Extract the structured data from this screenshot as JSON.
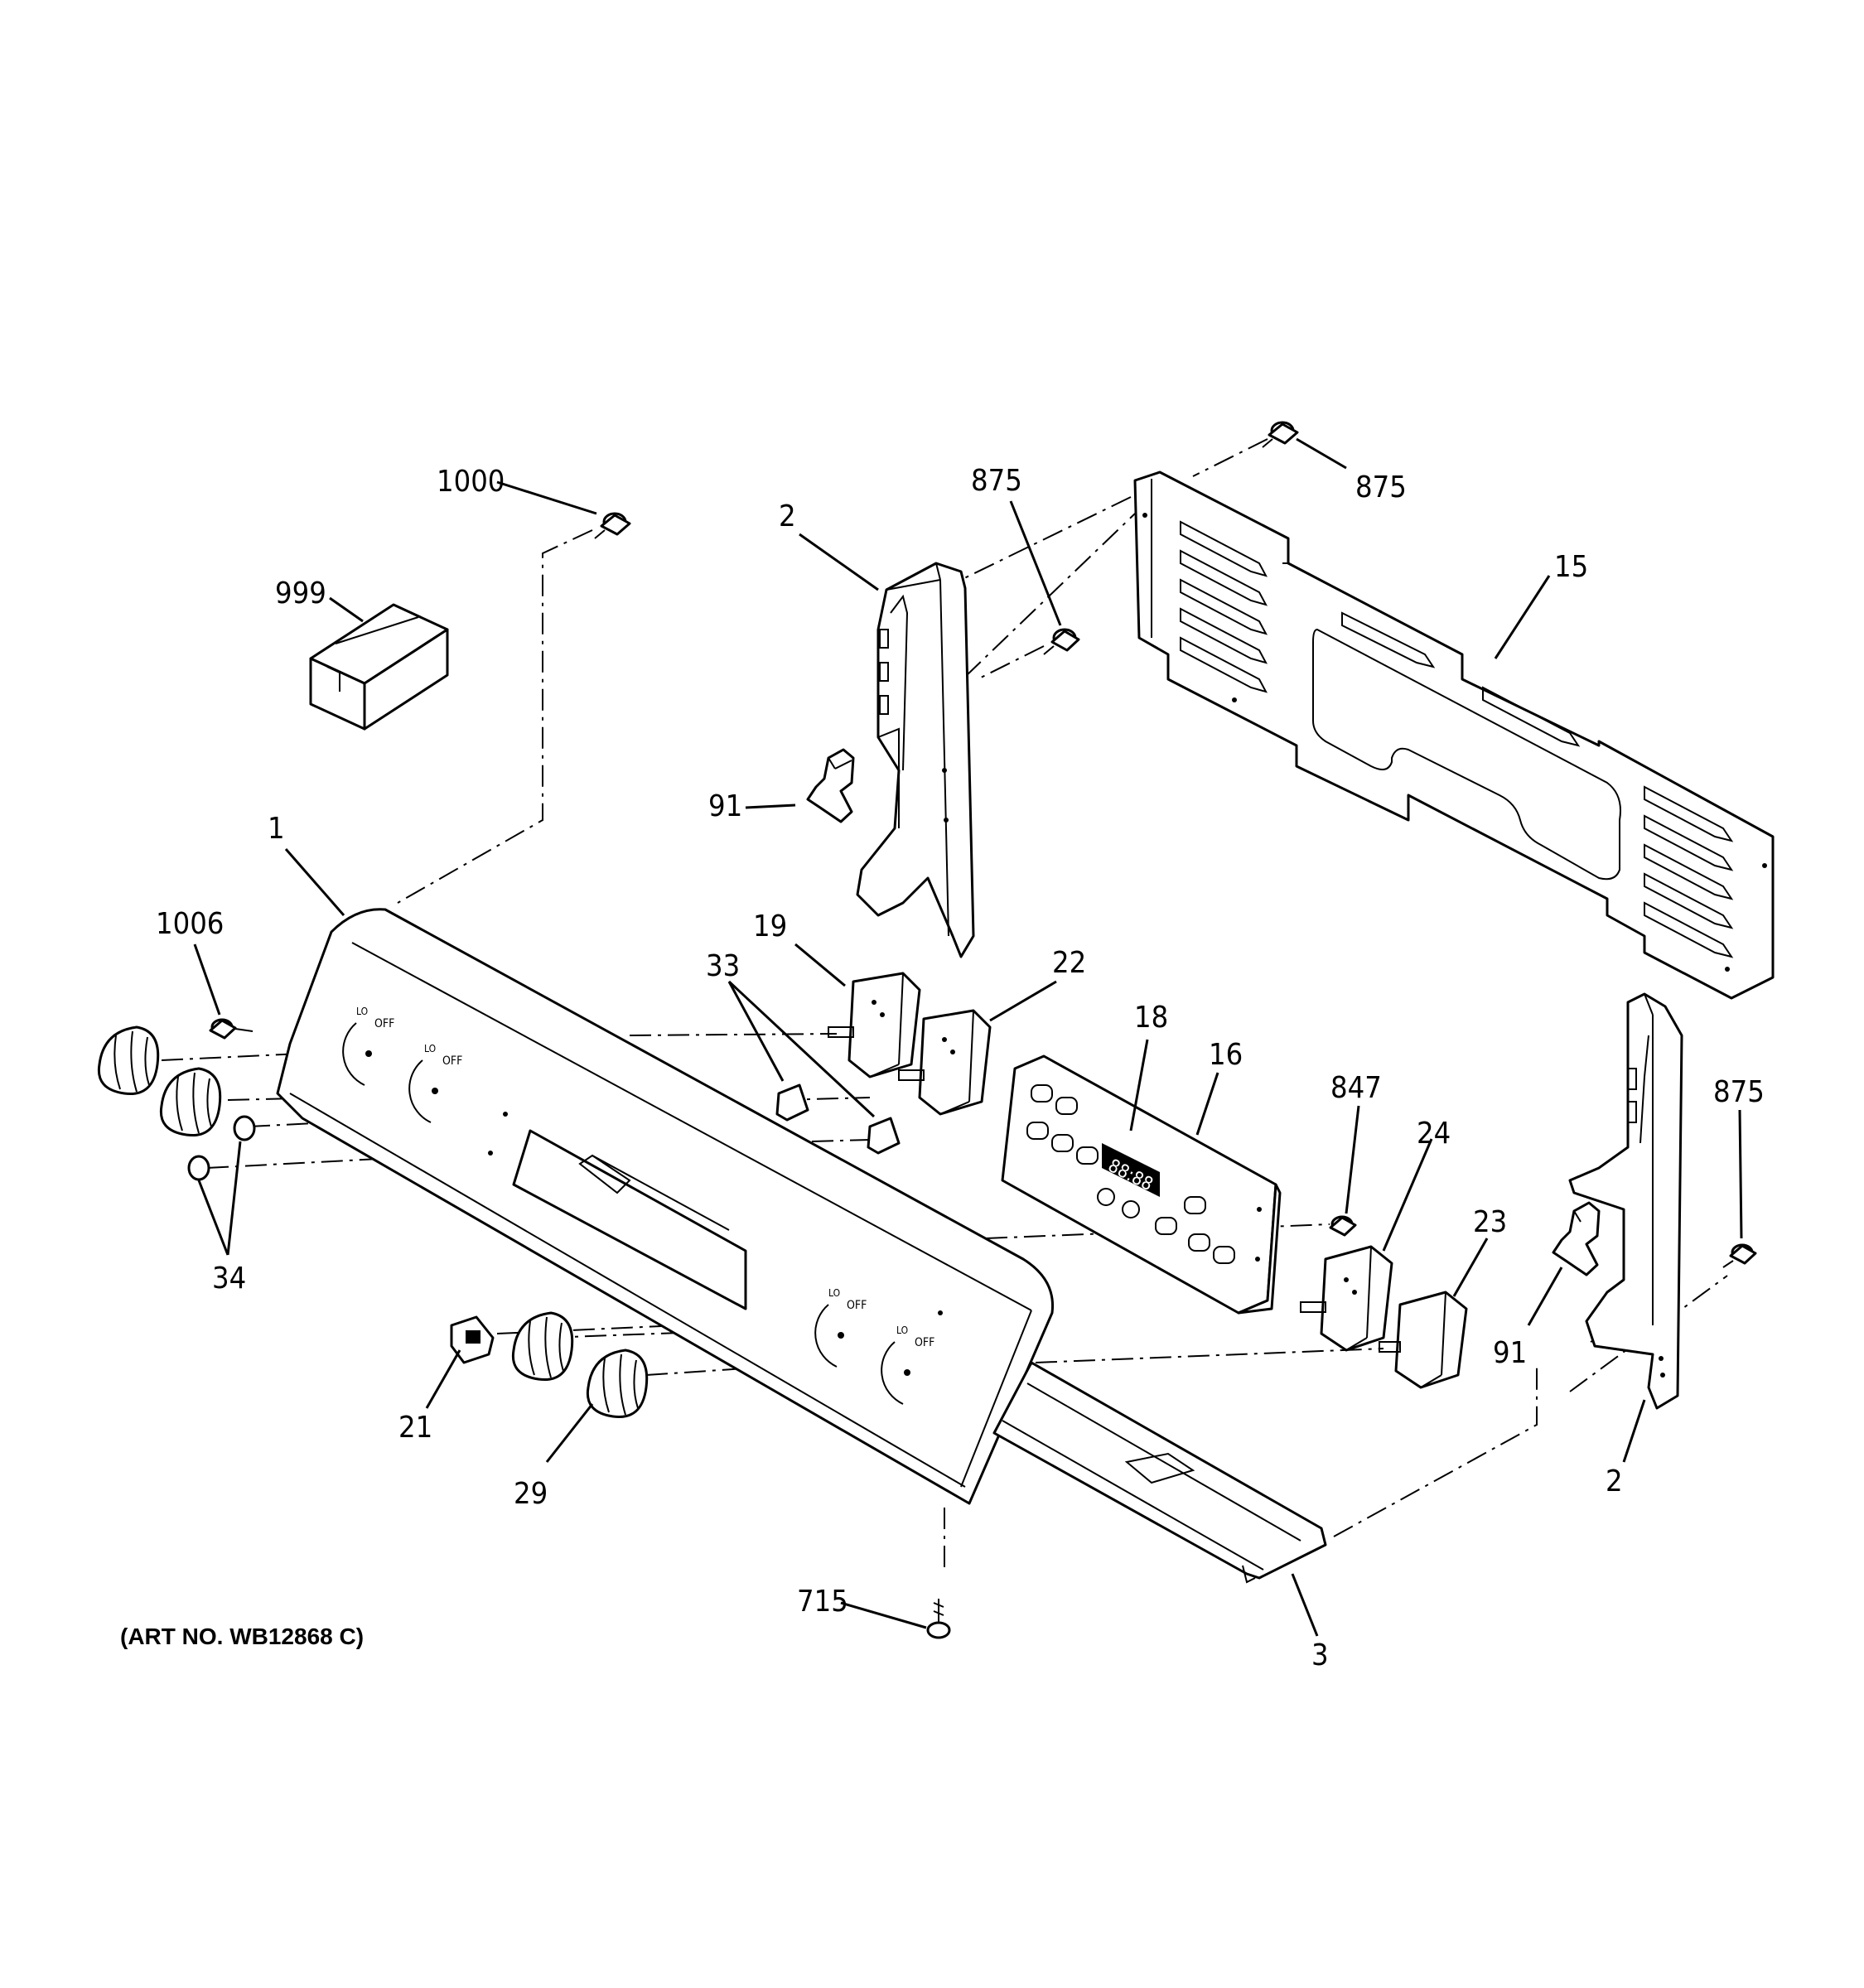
{
  "diagram": {
    "art_number": "(ART NO. WB12868 C)",
    "callouts": [
      {
        "id": "c1000",
        "label": "1000"
      },
      {
        "id": "c999",
        "label": "999"
      },
      {
        "id": "c2a",
        "label": "2"
      },
      {
        "id": "c875a",
        "label": "875"
      },
      {
        "id": "c875b",
        "label": "875"
      },
      {
        "id": "c15",
        "label": "15"
      },
      {
        "id": "c91a",
        "label": "91"
      },
      {
        "id": "c1",
        "label": "1"
      },
      {
        "id": "c1006",
        "label": "1006"
      },
      {
        "id": "c19",
        "label": "19"
      },
      {
        "id": "c33",
        "label": "33"
      },
      {
        "id": "c22",
        "label": "22"
      },
      {
        "id": "c18",
        "label": "18"
      },
      {
        "id": "c16",
        "label": "16"
      },
      {
        "id": "c847",
        "label": "847"
      },
      {
        "id": "c875c",
        "label": "875"
      },
      {
        "id": "c24",
        "label": "24"
      },
      {
        "id": "c23",
        "label": "23"
      },
      {
        "id": "c34",
        "label": "34"
      },
      {
        "id": "c91b",
        "label": "91"
      },
      {
        "id": "c21",
        "label": "21"
      },
      {
        "id": "c29",
        "label": "29"
      },
      {
        "id": "c2b",
        "label": "2"
      },
      {
        "id": "c715",
        "label": "715"
      },
      {
        "id": "c3",
        "label": "3"
      }
    ]
  }
}
